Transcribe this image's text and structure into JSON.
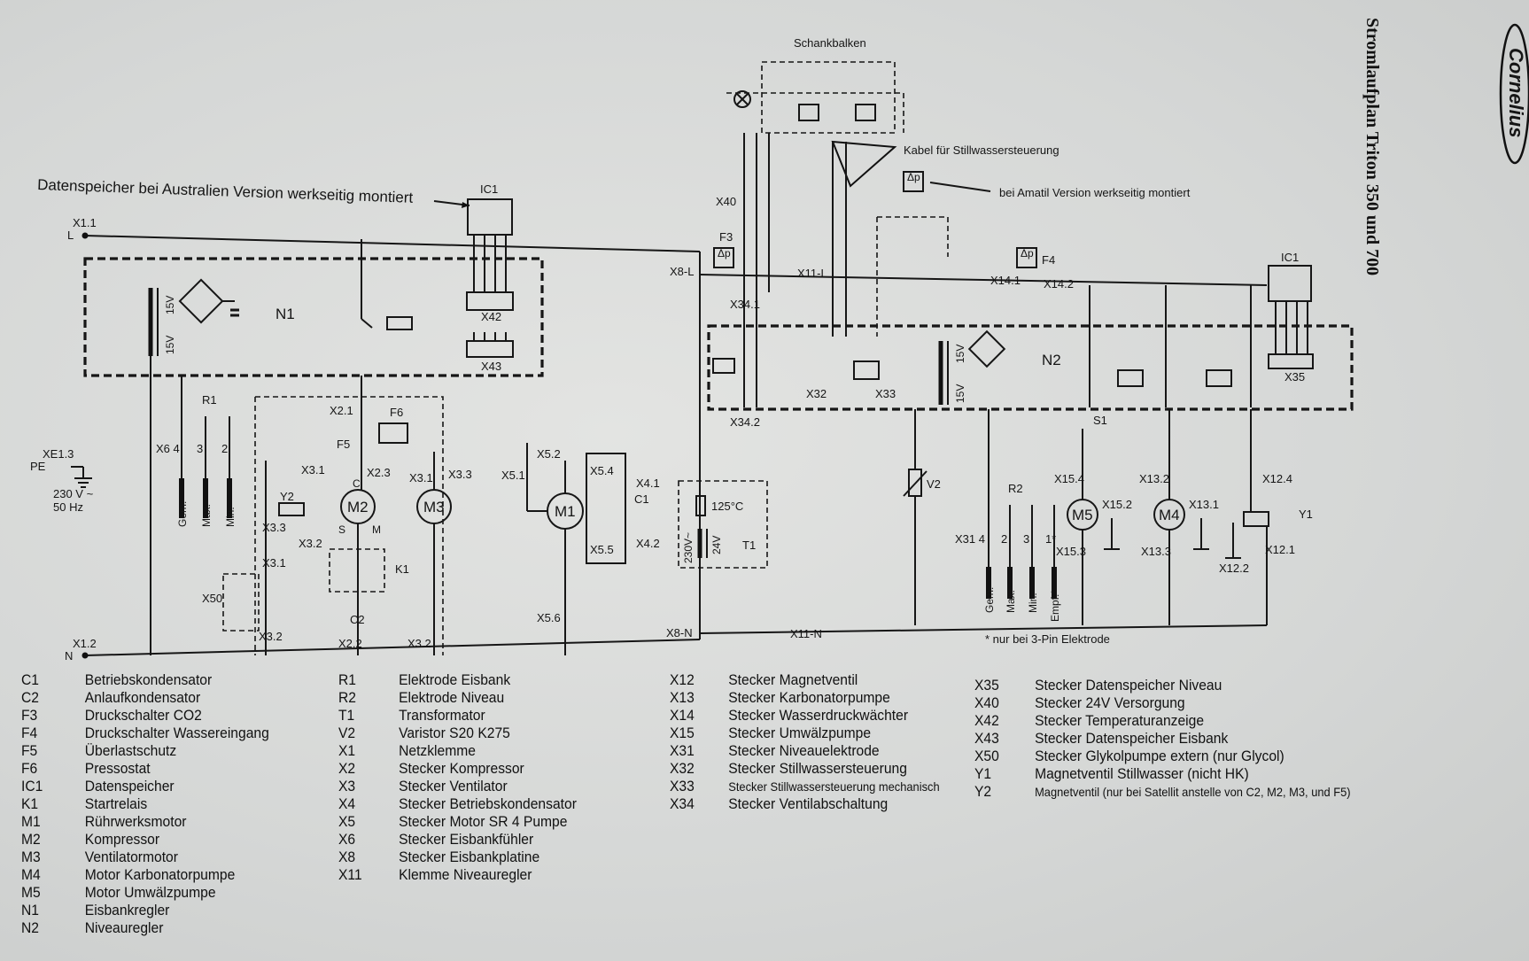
{
  "title": "Stromlaufplan Triton 350 und 700",
  "brand": "Cornelius",
  "notes": {
    "datenspeicher": "Datenspeicher bei Australien Version werkseitig montiert",
    "schankbalken": "Schankbalken",
    "kabel": "Kabel für Stillwassersteuerung",
    "amatil": "bei Amatil Version werkseitig montiert",
    "pin": "* nur bei 3-Pin Elektrode",
    "supply_v": "230 V ~",
    "supply_hz": "50 Hz",
    "temp": "125°C"
  },
  "labels": {
    "L": "L",
    "N": "N",
    "PE": "PE",
    "X1_1": "X1.1",
    "X1_2": "X1.2",
    "XE1_3": "XE1.3",
    "IC1": "IC1",
    "N1": "N1",
    "N2": "N2",
    "X42": "X42",
    "X43": "X43",
    "X32": "X32",
    "X33": "X33",
    "X35": "X35",
    "R1": "R1",
    "R2": "R2",
    "X6_4": "X6 4",
    "X31_4": "X31 4",
    "n3": "3",
    "n2": "2",
    "n1": "1*",
    "gem": "Gem.",
    "max": "Max.",
    "min": "Min.",
    "empf": "Empf.*",
    "X2_1": "X2.1",
    "F6": "F6",
    "F5": "F5",
    "X2_3": "X2.3",
    "X3_1": "X3.1",
    "X3_3": "X3.3",
    "X3_2": "X3.2",
    "X2_2": "X2.2",
    "Y2": "Y2",
    "M2": "M2",
    "M3": "M3",
    "M1": "M1",
    "M4": "M4",
    "M5": "M5",
    "K1": "K1",
    "C2": "C2",
    "C1": "C1",
    "X50": "X50",
    "C": "C",
    "S": "S",
    "M": "M",
    "X5_1": "X5.1",
    "X5_2": "X5.2",
    "X5_4": "X5.4",
    "X5_5": "X5.5",
    "X5_6": "X5.6",
    "X4_1": "X4.1",
    "X4_2": "X4.2",
    "X40": "X40",
    "F3": "F3",
    "F4": "F4",
    "X8L": "X8-L",
    "X8N": "X8-N",
    "X11L": "X11-L",
    "X11N": "X11-N",
    "X34_1": "X34.1",
    "X34_2": "X34.2",
    "X14_1": "X14.1",
    "X14_2": "X14.2",
    "T1": "T1",
    "V2": "V2",
    "S1": "S1",
    "X15_2": "X15.2",
    "X15_3": "X15.3",
    "X15_4": "X15.4",
    "X13_1": "X13.1",
    "X13_2": "X13.2",
    "X13_3": "X13.3",
    "X12_1": "X12.1",
    "X12_2": "X12.2",
    "X12_4": "X12.4",
    "Y1": "Y1",
    "v15": "15V",
    "v24": "24V",
    "v230": "230V~",
    "dp": "Δp"
  },
  "legend": {
    "col1": [
      {
        "code": "C1",
        "desc": "Betriebskondensator"
      },
      {
        "code": "C2",
        "desc": "Anlaufkondensator"
      },
      {
        "code": "F3",
        "desc": "Druckschalter CO2"
      },
      {
        "code": "F4",
        "desc": "Druckschalter Wassereingang"
      },
      {
        "code": "F5",
        "desc": "Überlastschutz"
      },
      {
        "code": "F6",
        "desc": "Pressostat"
      },
      {
        "code": "IC1",
        "desc": "Datenspeicher"
      },
      {
        "code": "K1",
        "desc": "Startrelais"
      },
      {
        "code": "M1",
        "desc": "Rührwerksmotor"
      },
      {
        "code": "M2",
        "desc": "Kompressor"
      },
      {
        "code": "M3",
        "desc": "Ventilatormotor"
      },
      {
        "code": "M4",
        "desc": "Motor Karbonatorpumpe"
      },
      {
        "code": "M5",
        "desc": "Motor Umwälzpumpe"
      },
      {
        "code": "N1",
        "desc": "Eisbankregler"
      },
      {
        "code": "N2",
        "desc": "Niveauregler"
      }
    ],
    "col2": [
      {
        "code": "R1",
        "desc": "Elektrode Eisbank"
      },
      {
        "code": "R2",
        "desc": "Elektrode Niveau"
      },
      {
        "code": "T1",
        "desc": "Transformator"
      },
      {
        "code": "V2",
        "desc": "Varistor S20 K275"
      },
      {
        "code": "X1",
        "desc": "Netzklemme"
      },
      {
        "code": "X2",
        "desc": "Stecker Kompressor"
      },
      {
        "code": "X3",
        "desc": "Stecker Ventilator"
      },
      {
        "code": "X4",
        "desc": "Stecker Betriebskondensator"
      },
      {
        "code": "X5",
        "desc": "Stecker Motor SR 4 Pumpe"
      },
      {
        "code": "X6",
        "desc": "Stecker Eisbankfühler"
      },
      {
        "code": "X8",
        "desc": "Stecker Eisbankplatine"
      },
      {
        "code": "X11",
        "desc": "Klemme Niveauregler"
      }
    ],
    "col3": [
      {
        "code": "X12",
        "desc": "Stecker Magnetventil"
      },
      {
        "code": "X13",
        "desc": "Stecker Karbonatorpumpe"
      },
      {
        "code": "X14",
        "desc": "Stecker Wasserdruckwächter"
      },
      {
        "code": "X15",
        "desc": "Stecker Umwälzpumpe"
      },
      {
        "code": "X31",
        "desc": "Stecker Niveauelektrode"
      },
      {
        "code": "X32",
        "desc": "Stecker Stillwassersteuerung"
      },
      {
        "code": "X33",
        "desc": "Stecker Stillwassersteuerung mechanisch"
      },
      {
        "code": "X34",
        "desc": "Stecker Ventilabschaltung"
      }
    ],
    "col4": [
      {
        "code": "X35",
        "desc": "Stecker Datenspeicher Niveau"
      },
      {
        "code": "X40",
        "desc": "Stecker 24V Versorgung"
      },
      {
        "code": "X42",
        "desc": "Stecker Temperaturanzeige"
      },
      {
        "code": "X43",
        "desc": "Stecker Datenspeicher Eisbank"
      },
      {
        "code": "X50",
        "desc": "Stecker Glykolpumpe extern (nur Glycol)"
      },
      {
        "code": "Y1",
        "desc": "Magnetventil Stillwasser (nicht HK)"
      },
      {
        "code": "Y2",
        "desc": "Magnetventil (nur bei Satellit anstelle von C2, M2, M3, und F5)"
      }
    ]
  }
}
